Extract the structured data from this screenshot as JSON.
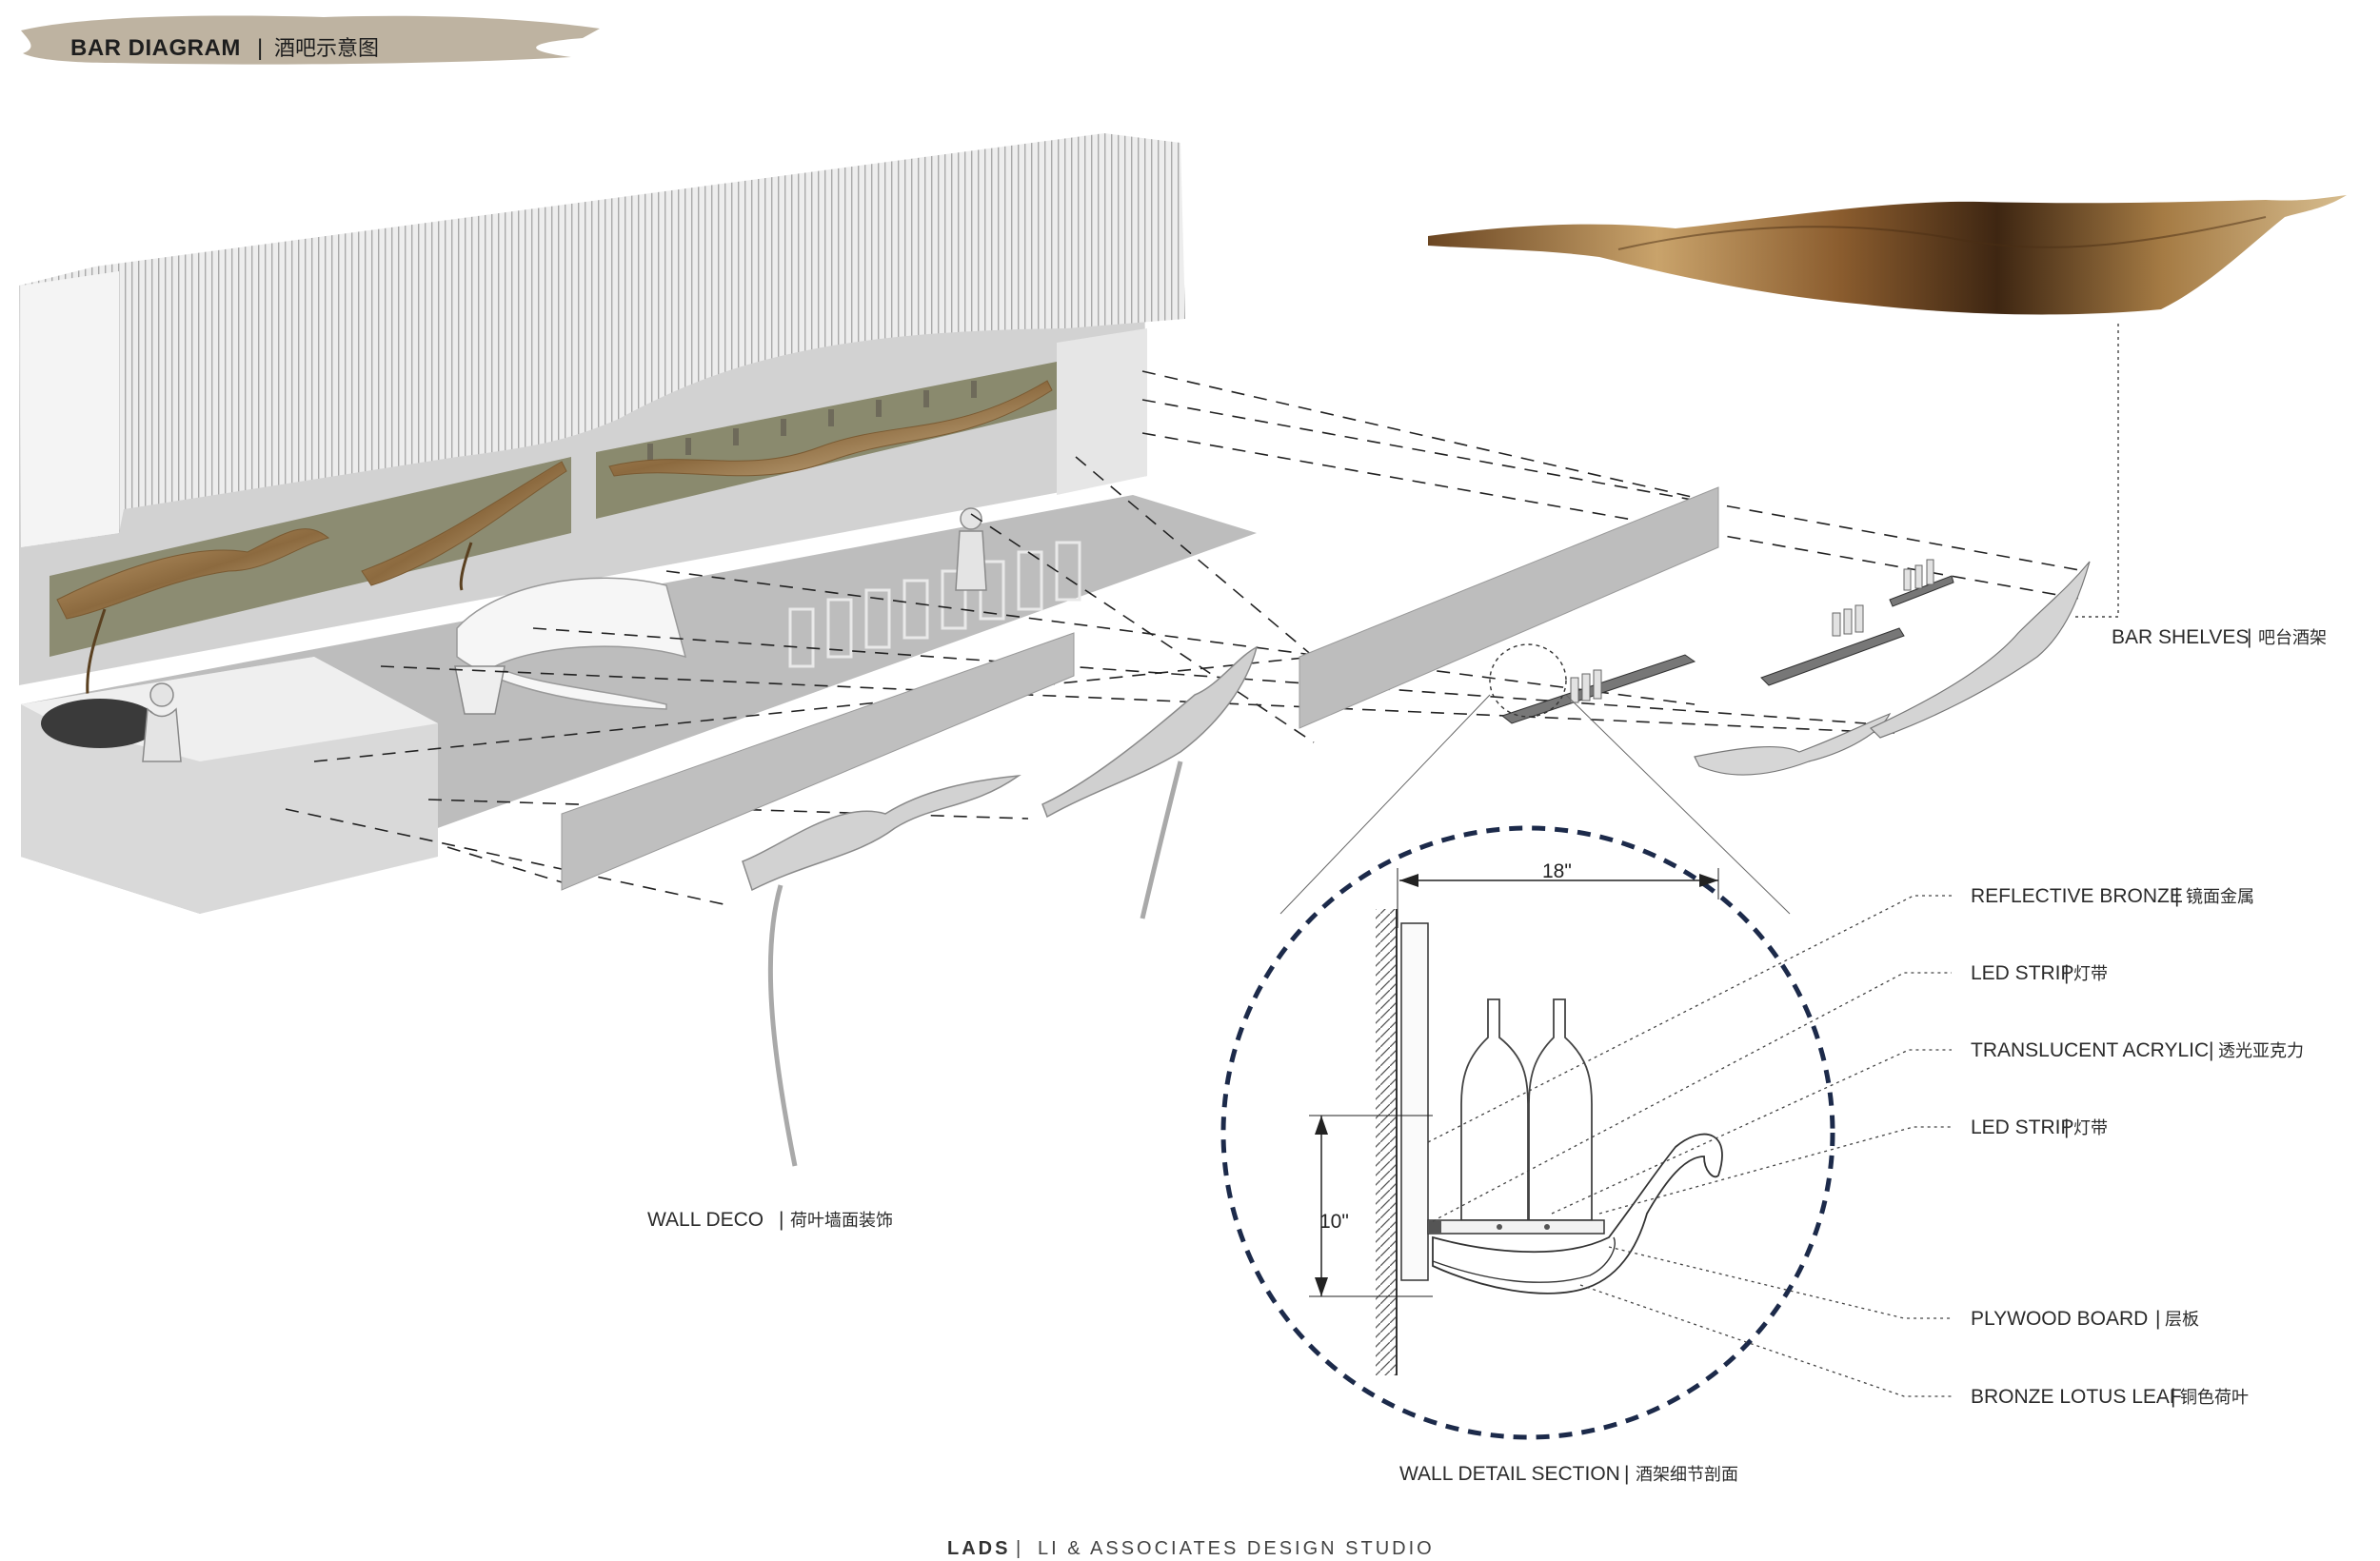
{
  "header": {
    "title": "BAR DIAGRAM",
    "separator": "|",
    "subtitle_cn": "酒吧示意图"
  },
  "labels": {
    "bar_shelves": {
      "en": "BAR SHELVES",
      "sep": "|",
      "cn": "吧台酒架"
    },
    "wall_deco": {
      "en": "WALL DECO",
      "sep": "|",
      "cn": "荷叶墙面装饰"
    },
    "wall_detail": {
      "en": "WALL DETAIL SECTION",
      "sep": "|",
      "cn": "酒架细节剖面"
    },
    "callouts": [
      {
        "en": "REFLECTIVE BRONZE",
        "sep": "|",
        "cn": "镜面金属"
      },
      {
        "en": "LED STRIP",
        "sep": "|",
        "cn": "灯带"
      },
      {
        "en": "TRANSLUCENT ACRYLIC",
        "sep": "|",
        "cn": "透光亚克力"
      },
      {
        "en": "LED STRIP",
        "sep": "|",
        "cn": "灯带"
      },
      {
        "en": "PLYWOOD BOARD",
        "sep": "|",
        "cn": "层板"
      },
      {
        "en": "BRONZE LOTUS LEAF",
        "sep": "|",
        "cn": "铜色荷叶"
      }
    ]
  },
  "dimensions": {
    "width": "18\"",
    "height": "10\""
  },
  "footer": {
    "brand": "LADS",
    "sep": "|",
    "studio": "LI & ASSOCIATES DESIGN STUDIO"
  },
  "colors": {
    "brush": "#b7ab97",
    "bronze_light": "#c7a773",
    "bronze_dark": "#5a3a1c",
    "wall_grey": "#c8c8c8",
    "panel_olive": "#8a8a6e",
    "circle_dash": "#1c2a4a"
  }
}
